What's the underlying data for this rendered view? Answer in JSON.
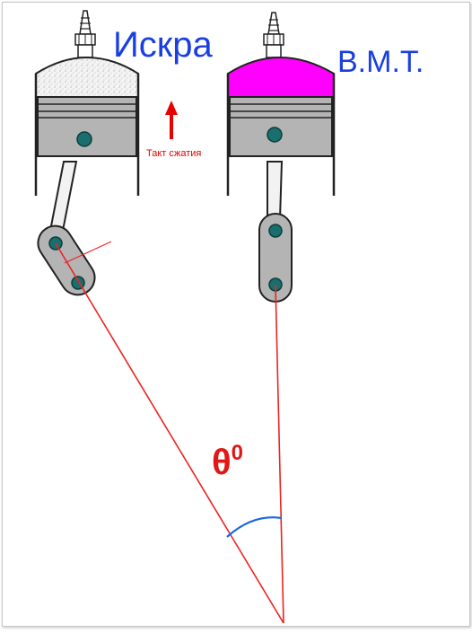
{
  "labels": {
    "spark": "Искра",
    "tdc": "В.М.Т.",
    "stroke": "Такт сжатия",
    "theta": "θ",
    "theta_superscript": "0"
  },
  "colors": {
    "label_blue": "#1a3fe0",
    "line_red": "#ee2222",
    "arrow_red": "#e60000",
    "theta_red": "#e01818",
    "angle_arc": "#1a66e6",
    "tdc_charge": "#ff00ff",
    "cylinder_wall": "#222222",
    "piston_fill": "#b4b4b4",
    "pin_fill": "#1a6e6e",
    "rod_fill": "#e8e8e8"
  },
  "icons": {
    "spark_plug": "spark-plug-icon",
    "arrow_up": "arrow-up-icon"
  }
}
